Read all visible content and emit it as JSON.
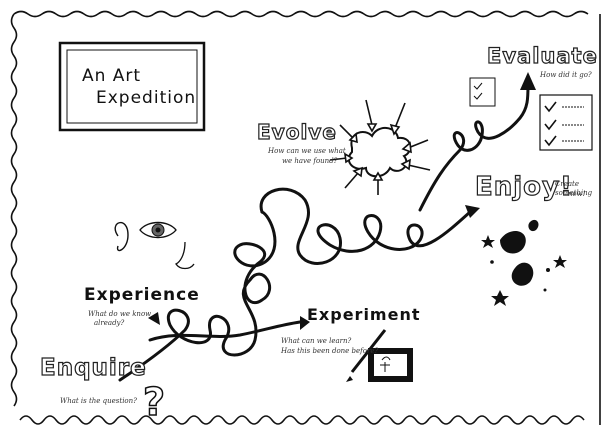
{
  "title": {
    "line1": "An Art",
    "line2": "Expedition"
  },
  "stages": {
    "enquire": {
      "label": "Enquire",
      "note": "What is the question?"
    },
    "experience": {
      "label": "Experience",
      "note1": "What do we know",
      "note2": "already?"
    },
    "experiment": {
      "label": "Experiment",
      "note1": "What can we learn?",
      "note2": "Has this been done before?"
    },
    "evolve": {
      "label": "Evolve",
      "note1": "How can we use what",
      "note2": "we have found?"
    },
    "enjoy": {
      "label": "Enjoy!",
      "note1": "Create something",
      "note2": "new!"
    },
    "evaluate": {
      "label": "Evaluate",
      "note": "How did it go?"
    }
  },
  "icons": [
    "question-mark-icon",
    "ear-icon",
    "eye-icon",
    "nose-icon",
    "paintbrush-icon",
    "picture-frame-icon",
    "cloud-icon",
    "checklist-icon",
    "paint-splash-icon"
  ]
}
